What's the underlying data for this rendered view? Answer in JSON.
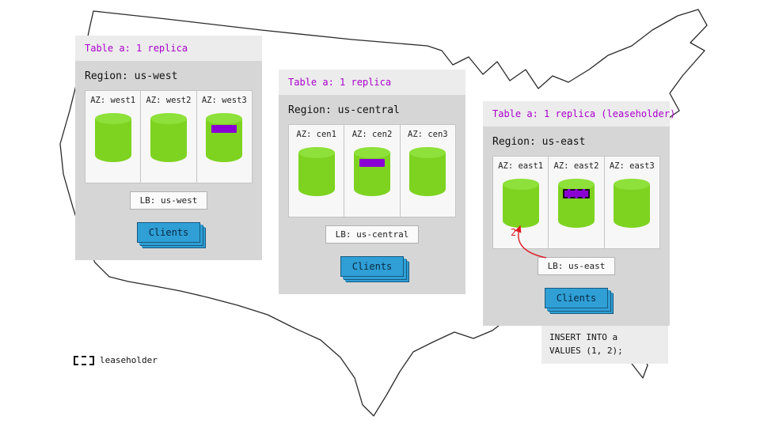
{
  "colors": {
    "header_text_purple": "#aa00cc",
    "cylinder_green": "#7ed321",
    "replica_purple": "#8a00d4",
    "clients_blue": "#2f9fd6",
    "arrow_red": "#e01b24",
    "panel_gray": "#d6d6d6",
    "panel_header_gray": "#ececec"
  },
  "panels": [
    {
      "name": "us-west",
      "header": "Table a: 1 replica",
      "region": "Region: us-west",
      "azs": [
        {
          "label": "AZ: west1",
          "replica": false
        },
        {
          "label": "AZ: west2",
          "replica": false
        },
        {
          "label": "AZ: west3",
          "replica": true,
          "leaseholder": false
        }
      ],
      "lb": "LB: us-west",
      "clients": "Clients"
    },
    {
      "name": "us-central",
      "header": "Table a: 1 replica",
      "region": "Region: us-central",
      "azs": [
        {
          "label": "AZ: cen1",
          "replica": false
        },
        {
          "label": "AZ: cen2",
          "replica": true,
          "leaseholder": false
        },
        {
          "label": "AZ: cen3",
          "replica": false
        }
      ],
      "lb": "LB: us-central",
      "clients": "Clients"
    },
    {
      "name": "us-east",
      "header": "Table a: 1 replica (leaseholder)",
      "region": "Region: us-east",
      "azs": [
        {
          "label": "AZ: east1",
          "replica": false
        },
        {
          "label": "AZ: east2",
          "replica": true,
          "leaseholder": true
        },
        {
          "label": "AZ: east3",
          "replica": false
        }
      ],
      "lb": "LB: us-east",
      "clients": "Clients"
    }
  ],
  "annotation": {
    "number": "2"
  },
  "sql": {
    "lines": [
      "INSERT INTO a",
      "VALUES (1, 2);"
    ]
  },
  "legend": {
    "label": "leaseholder"
  }
}
